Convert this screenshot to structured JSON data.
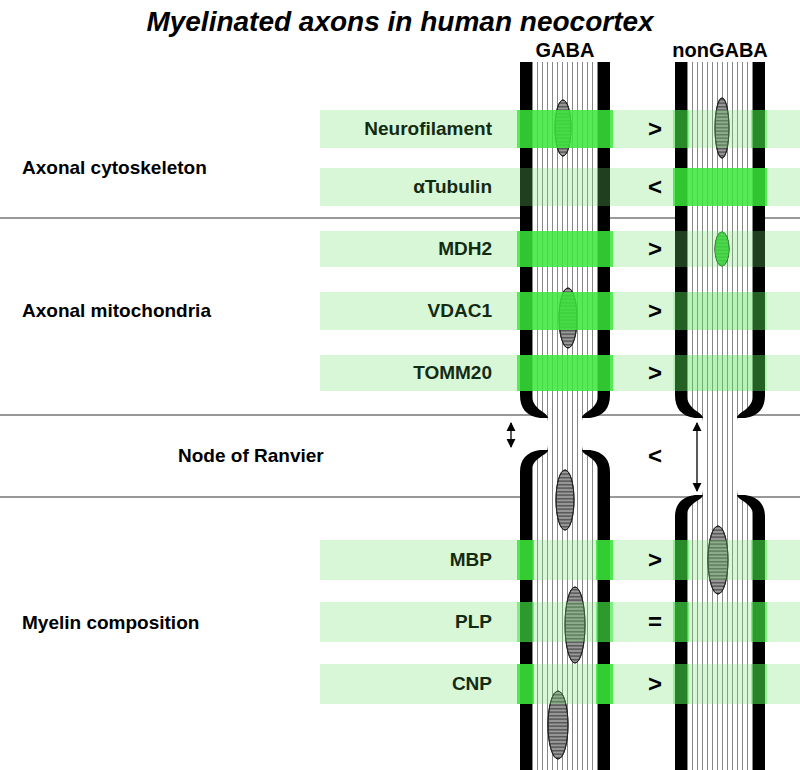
{
  "diagram": {
    "title": "Myelinated axons in human neocortex",
    "nodes": [
      {
        "text": [
          "Neurofilament",
          ">"
        ]
      },
      {
        "text": [
          "αTubulin",
          "<"
        ]
      },
      {
        "text": [
          "MDH2",
          ">"
        ]
      },
      {
        "text": [
          "VDAC1",
          ">"
        ]
      },
      {
        "text": [
          "TOMM20",
          ">"
        ]
      },
      {
        "text": [
          "MBP",
          ">"
        ]
      },
      {
        "text": [
          "PLP",
          "="
        ]
      },
      {
        "text": [
          "CNP",
          ">"
        ]
      }
    ],
    "labels": [
      "GABA",
      "nonGABA",
      "Axonal cytoskeleton",
      "Axonal mitochondria",
      "Node of Ranvier",
      "<",
      "Myelin composition"
    ]
  }
}
